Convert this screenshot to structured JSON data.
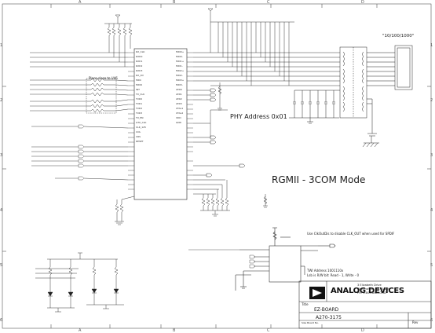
{
  "diagram": {
    "title": "RGMII - 3COM Mode",
    "phy_address": "PHY Address 0x01",
    "connector_label": "\"10/100/1000\"",
    "place_note": "Place close to U46",
    "sdata_note": "Use ClkOutDis to disable CLK_OUT when used for SPDIF",
    "twi_address": "TWI Address 1001110x",
    "twi_rw": "Lsb is R/W bit: Read - 1, Write - 0",
    "ic_pin_labels_left": [
      "RX_CLK",
      "RXD0",
      "RXD1",
      "RXD2",
      "RXD3",
      "RX_DV",
      "MDC",
      "MDIO",
      "INT",
      "TX_CLK",
      "TXD0",
      "TXD1",
      "TXD2",
      "TXD3",
      "TX_EN",
      "GTX_CLK",
      "CLK_125",
      "COL",
      "CRS",
      "RESET"
    ],
    "ic_pin_labels_right": [
      "MDI0+",
      "MDI0-",
      "MDI1+",
      "MDI1-",
      "MDI2+",
      "MDI2-",
      "MDI3+",
      "MDI3-",
      "LED0",
      "LED1",
      "LED2",
      "LED3",
      "XTAL1",
      "XTAL2",
      "VDD",
      "GND"
    ],
    "row_numbers": [
      "1",
      "2",
      "3",
      "4",
      "5",
      "6"
    ],
    "column_letters": [
      "A",
      "B",
      "C",
      "D"
    ]
  },
  "title_block": {
    "logo": "ANALOG DEVICES",
    "address_line1": "3 Elizabeth Drive",
    "address_line2": "Chelmsford, MA 01824",
    "address_line3": "PH: 1-800-ANALOGD",
    "title": "Title",
    "doc_number": "EZ-BOARD",
    "sheet": "A270-3175",
    "size_label": "Size   Board No.",
    "rev": "Rev"
  }
}
